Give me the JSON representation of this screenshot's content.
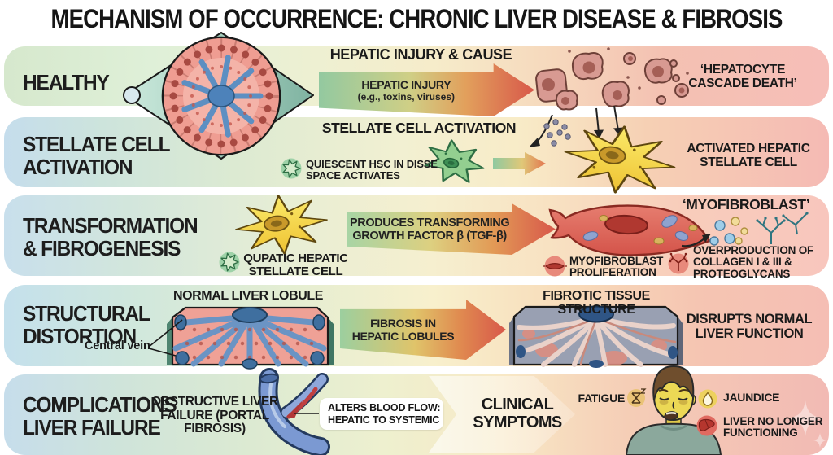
{
  "title": "MECHANISM OF OCCURRENCE: CHRONIC LIVER DISEASE & FIBROSIS",
  "rows": [
    {
      "id": "healthy",
      "label": "HEALTHY",
      "heading": "HEPATIC INJURY & CAUSE",
      "arrow": {
        "line1": "HEPATIC INJURY",
        "line2": "(e.g., toxins, viruses)"
      },
      "right_note": "‘HEPATOCYTE CASCADE DEATH’"
    },
    {
      "id": "stellate-cell-activation",
      "label": "STELLATE CELL ACTIVATION",
      "heading": "STELLATE CELL ACTIVATION",
      "icon_note": "QUIESCENT HSC IN DISSE SPACE ACTIVATES",
      "right_note": "ACTIVATED HEPATIC STELLATE CELL"
    },
    {
      "id": "transformation-fibrogenesis",
      "label": "TRANSFORMATION & FIBROGENESIS",
      "cell_caption": "QUPATIC HEPATIC STELLATE CELL",
      "arrow": {
        "line1": "PRODUCES TRANSFORMING",
        "line2": "GROWTH FACTOR β (TGF-β)"
      },
      "heading": "‘MYOFIBROBLAST’",
      "note_proliferation": "MYOFIBROBLAST PROLIFERATION",
      "note_overproduction": "OVERPRODUCTION OF COLLAGEN I & III & PROTEOGLYCANS"
    },
    {
      "id": "structural-distortion",
      "label": "STRUCTURAL DISTORTION",
      "left_caption": "NORMAL LIVER LOBULE",
      "pointer_label": "Central vein",
      "arrow": {
        "line1": "FIBROSIS IN",
        "line2": "HEPATIC LOBULES"
      },
      "right_caption": "FIBROTIC TISSUE STRUCTURE",
      "right_note": "DISRUPTS NORMAL LIVER FUNCTION"
    },
    {
      "id": "complications-liver-failure",
      "label": "COMPLICATIONS LIVER FAILURE",
      "obstruction_note": "OBSTRUCTIVE LIVER FAILURE (PORTAL FIBROSIS)",
      "callout": "ALTERS BLOOD FLOW: HEPATIC TO SYSTEMIC",
      "chevron_label": "CLINICAL SYMPTOMS",
      "symptoms": [
        {
          "label": "FATIGUE",
          "icon": "hourglass-sleep-icon"
        },
        {
          "label": "JAUNDICE",
          "icon": "droplet-icon"
        },
        {
          "label": "LIVER NO LONGER FUNCTIONING",
          "icon": "liver-icon"
        }
      ]
    }
  ],
  "icons": {
    "row2_badge": "stellate-cell-star-icon",
    "row3_badge": "stellate-cell-star-icon",
    "proliferation_badge": "myofibroblast-spindle-icon",
    "overproduction_badge": "collagen-branch-icon"
  },
  "colors": {
    "row_left_green": "#d6e8cd",
    "row_left_blue": "#c5ddec",
    "row_right_pink": "#f5bcb6",
    "arrow_start_green": "#93c9a0",
    "arrow_end_red": "#d8584a",
    "healthy_cell_pink": "#ef9d92",
    "vein_blue": "#5d8fc2",
    "quiescent_hsc_green": "#93cf90",
    "activated_hsc_yellow": "#f6d84a",
    "myofibroblast_red": "#df685c",
    "jaundice_yellow": "#ecd855"
  }
}
